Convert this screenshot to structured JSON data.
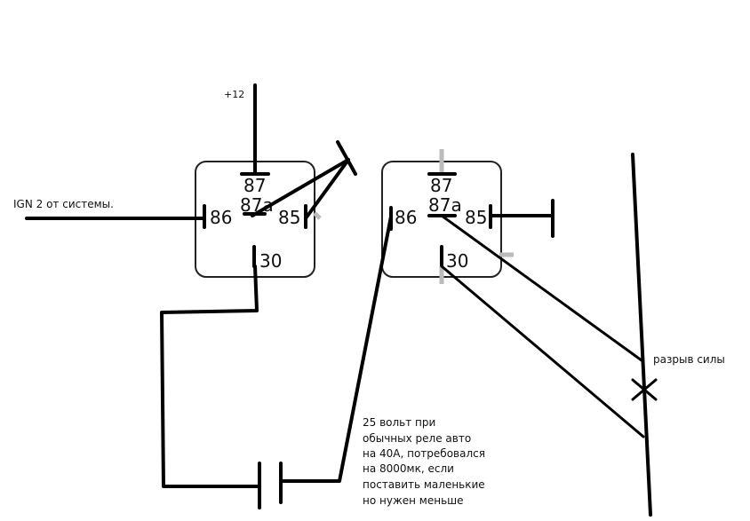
{
  "labels": {
    "plus12": "+12",
    "ign": "IGN 2 от системы.",
    "break_label": "разрыв силы",
    "note_lines": [
      "25 вольт при",
      "обычных реле авто",
      "на 40А, потребовался",
      "на 8000мк, если",
      "поставить маленькие",
      "но нужен меньше"
    ]
  },
  "relay_left": {
    "pin87": "87",
    "pin87a": "87a",
    "pin86": "86",
    "pin85": "85",
    "pin30": "30"
  },
  "relay_right": {
    "pin87": "87",
    "pin87a": "87a",
    "pin86": "86",
    "pin85": "85",
    "pin30": "30"
  }
}
